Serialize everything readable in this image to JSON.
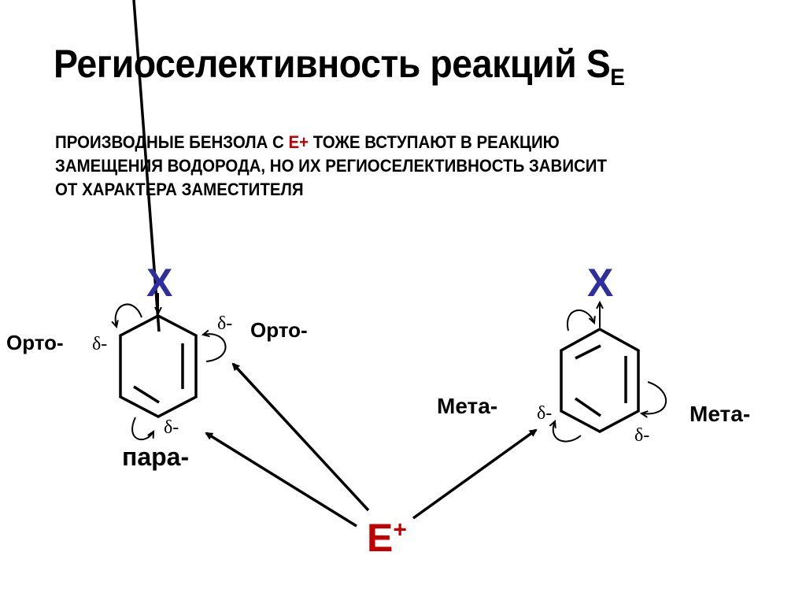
{
  "title": {
    "main": "Региоселективность реакций S",
    "subscript": "E"
  },
  "description": {
    "line1_before": "ПРОИЗВОДНЫЕ БЕНЗОЛА  С ",
    "line1_highlight": "Е+",
    "line1_after": " ТОЖЕ ВСТУПАЮТ В РЕАКЦИЮ",
    "line2": "ЗАМЕЩЕНИЯ  ВОДОРОДА, НО ИХ РЕГИОСЕЛЕКТИВНОСТЬ ЗАВИСИТ",
    "line3": "ОТ ХАРАКТЕРА  ЗАМЕСТИТЕЛЯ"
  },
  "left_molecule": {
    "substituent": "X",
    "labels": {
      "ortho_left": "Орто-",
      "ortho_right": "Орто-",
      "para": "пара-"
    },
    "charges": [
      "δ-",
      "δ-",
      "δ-"
    ]
  },
  "right_molecule": {
    "substituent": "X",
    "labels": {
      "meta_left": "Мета-",
      "meta_right": "Мета-"
    },
    "charges": [
      "δ-",
      "δ-"
    ]
  },
  "electrophile": {
    "symbol": "E",
    "charge": "+"
  },
  "colors": {
    "substituent": "#2e2e9e",
    "electrophile": "#c00000",
    "text": "#000000"
  }
}
